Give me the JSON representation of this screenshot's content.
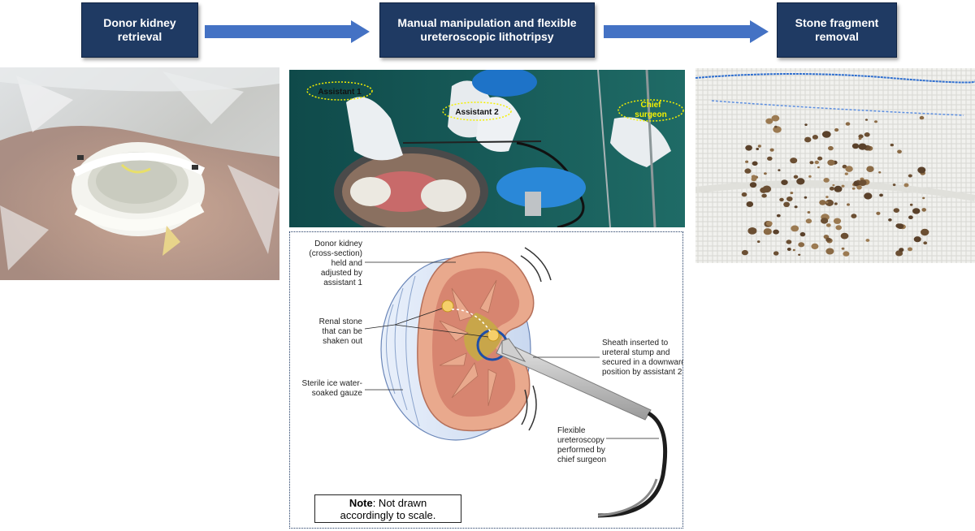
{
  "steps": {
    "s1": "Donor kidney retrieval",
    "s2": "Manual manipulation and flexible ureteroscopic lithotripsy",
    "s3": "Stone fragment removal"
  },
  "photo_tags": {
    "assistant1": "Assistant 1",
    "assistant2": "Assistant 2",
    "chief1": "Chief",
    "chief2": "surgeon"
  },
  "diagram": {
    "kidney": [
      "Donor kidney",
      "(cross-section)",
      "held and",
      "adjusted by",
      "assistant 1"
    ],
    "stone": [
      "Renal stone",
      "that can be",
      "shaken out"
    ],
    "gauze": [
      "Sterile ice water-",
      "soaked gauze"
    ],
    "sheath": [
      "Sheath inserted to",
      "ureteral stump and",
      "secured in a downward",
      "position by assistant 2"
    ],
    "scope": [
      "Flexible",
      "ureteroscopy",
      "performed by",
      "chief surgeon"
    ]
  },
  "note": {
    "bold": "Note",
    "rest": ": Not drawn",
    "line2": "accordingly to scale."
  },
  "colors": {
    "box": "#1f3a63",
    "arrow": "#4472c4",
    "tag_yellow": "#f4f000"
  }
}
